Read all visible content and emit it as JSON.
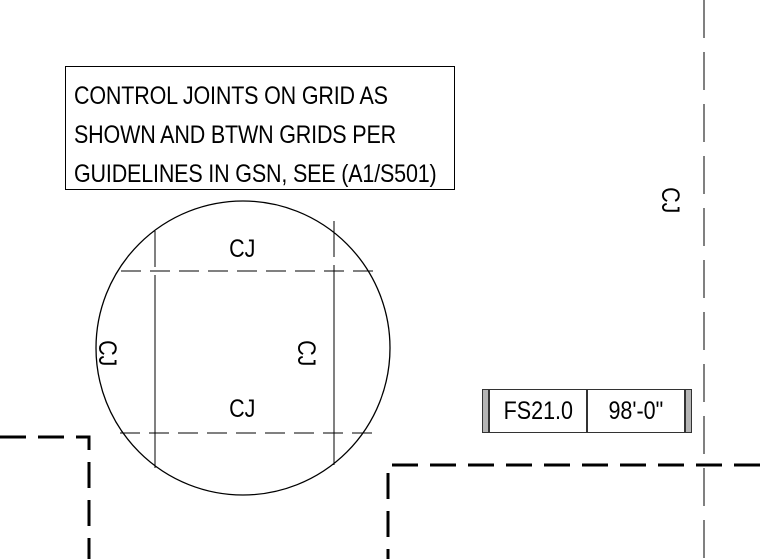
{
  "note": {
    "lines": [
      "CONTROL JOINTS ON GRID AS",
      "SHOWN AND BTWN GRIDS PER",
      "GUIDELINES IN GSN, SEE (A1/S501)"
    ]
  },
  "labels": {
    "cj_top": "CJ",
    "cj_bottom": "CJ",
    "cj_left": "CJ",
    "cj_center": "CJ",
    "cj_right": "CJ"
  },
  "tag": {
    "code": "FS21.0",
    "elevation": "98'-0\""
  }
}
